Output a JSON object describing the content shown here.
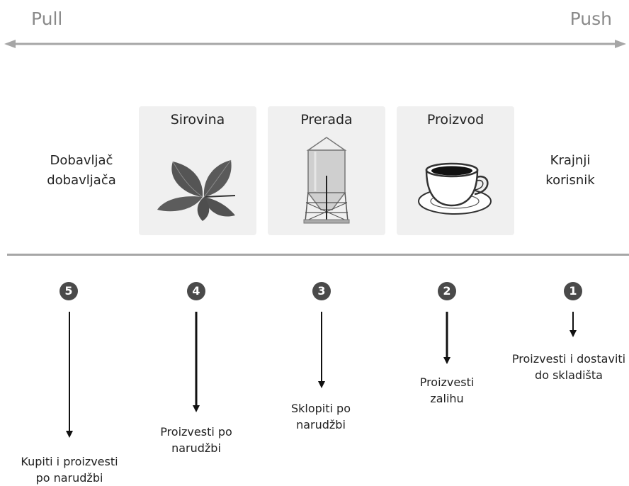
{
  "header": {
    "pull_label": "Pull",
    "push_label": "Push"
  },
  "actors": {
    "left_line1": "Dobavljač",
    "left_line2": "dobavljača",
    "right_line1": "Krajnji",
    "right_line2": "korisnik"
  },
  "cards": [
    {
      "title": "Sirovina",
      "icon": "leaves-icon"
    },
    {
      "title": "Prerada",
      "icon": "silo-icon"
    },
    {
      "title": "Proizvod",
      "icon": "coffee-cup-icon"
    }
  ],
  "stages": [
    {
      "number": "5",
      "line1": "Kupiti i proizvesti",
      "line2": "po narudžbi"
    },
    {
      "number": "4",
      "line1": "Proizvesti po",
      "line2": "narudžbi"
    },
    {
      "number": "3",
      "line1": "Sklopiti po",
      "line2": "narudžbi"
    },
    {
      "number": "2",
      "line1": "Proizvesti",
      "line2": "zalihu"
    },
    {
      "number": "1",
      "line1": "Proizvesti i dostaviti",
      "line2": "do skladišta"
    }
  ],
  "colors": {
    "arrow_gray": "#a6a6a6",
    "card_bg": "#f0f0f0",
    "badge_bg": "#4a4a4a",
    "text": "#222222"
  }
}
